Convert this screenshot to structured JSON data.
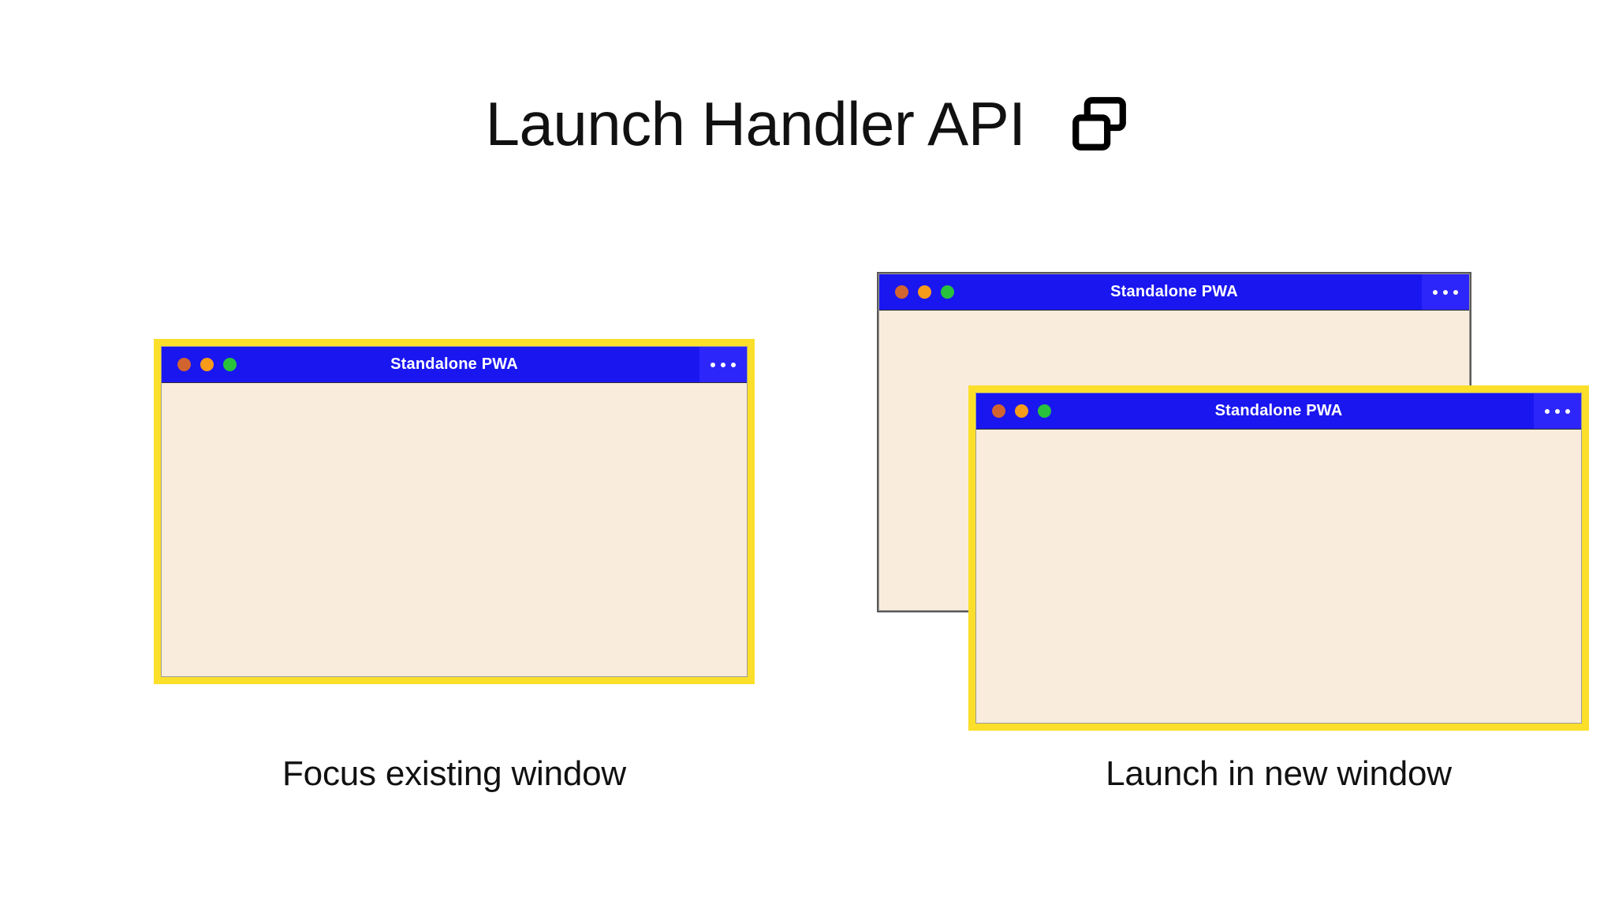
{
  "header": {
    "title": "Launch Handler API",
    "icon": "two-windows-icon"
  },
  "windows": [
    {
      "id": "focus-existing",
      "title": "Standalone PWA",
      "highlighted": true,
      "menu_icon": "overflow-menu-icon",
      "traffic_lights": [
        "close",
        "minimize",
        "maximize"
      ]
    },
    {
      "id": "new-background",
      "title": "Standalone PWA",
      "highlighted": false,
      "menu_icon": "overflow-menu-icon",
      "traffic_lights": [
        "close",
        "minimize",
        "maximize"
      ]
    },
    {
      "id": "new-foreground",
      "title": "Standalone PWA",
      "highlighted": true,
      "menu_icon": "overflow-menu-icon",
      "traffic_lights": [
        "close",
        "minimize",
        "maximize"
      ]
    }
  ],
  "captions": {
    "left": "Focus existing window",
    "right": "Launch in new window"
  },
  "colors": {
    "background": "#ffffff",
    "titlebar_blue": "#1a16f0",
    "menu_blue": "#2d26fb",
    "window_body_cream": "#f9ecdd",
    "highlight_yellow": "#fcdf2a",
    "plain_border_gray": "#5a5a5a",
    "dot_close": "#d2642f",
    "dot_minimize": "#f79b1b",
    "dot_maximize": "#28c23c",
    "text_dark": "#111111",
    "text_on_titlebar": "#ffffff"
  }
}
